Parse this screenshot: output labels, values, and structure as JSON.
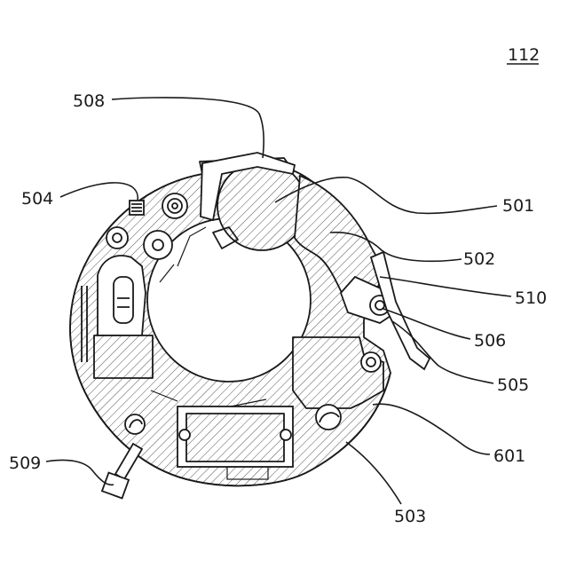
{
  "figure": {
    "number": "112"
  },
  "labels": {
    "l508": "508",
    "l504": "504",
    "l501": "501",
    "l502": "502",
    "l510": "510",
    "l506": "506",
    "l505": "505",
    "l601": "601",
    "l509": "509",
    "l503": "503"
  }
}
